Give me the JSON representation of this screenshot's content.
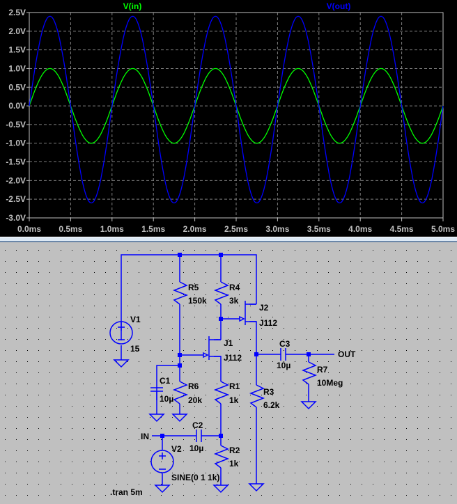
{
  "plot": {
    "traces": [
      {
        "name": "V(in)",
        "color": "#00ff00"
      },
      {
        "name": "V(out)",
        "color": "#0000ff"
      }
    ],
    "colors": {
      "background": "#000000",
      "axis": "#c0c0c0",
      "grid": "#7f7f7f",
      "tick_text": "#c0c0c0"
    }
  },
  "chart_data": {
    "type": "line",
    "title": "",
    "xlabel": "",
    "ylabel": "",
    "xlim": [
      0,
      5.0
    ],
    "ylim": [
      -3.0,
      2.5
    ],
    "grid": true,
    "legend": "top",
    "x_ticks": [
      "0.0ms",
      "0.5ms",
      "1.0ms",
      "1.5ms",
      "2.0ms",
      "2.5ms",
      "3.0ms",
      "3.5ms",
      "4.0ms",
      "4.5ms",
      "5.0ms"
    ],
    "x_tick_values": [
      0,
      0.5,
      1.0,
      1.5,
      2.0,
      2.5,
      3.0,
      3.5,
      4.0,
      4.5,
      5.0
    ],
    "y_ticks": [
      "2.5V",
      "2.0V",
      "1.5V",
      "1.0V",
      "0.5V",
      "0.0V",
      "-0.5V",
      "-1.0V",
      "-1.5V",
      "-2.0V",
      "-2.5V",
      "-3.0V"
    ],
    "y_tick_values": [
      2.5,
      2.0,
      1.5,
      1.0,
      0.5,
      0.0,
      -0.5,
      -1.0,
      -1.5,
      -2.0,
      -2.5,
      -3.0
    ],
    "series": [
      {
        "name": "V(in)",
        "kind": "sine",
        "amplitude": 1.0,
        "offset": 0.0,
        "frequency_khz": 1.0,
        "peak": 1.0,
        "trough": -1.0
      },
      {
        "name": "V(out)",
        "kind": "sine",
        "amplitude": 2.5,
        "offset": -0.1,
        "frequency_khz": 1.0,
        "peak": 2.4,
        "trough": -2.6
      }
    ]
  },
  "schematic": {
    "wire_color": "#0000ff",
    "label_color": "#000000",
    "components": {
      "V1": {
        "name": "V1",
        "value": "15"
      },
      "V2": {
        "name": "V2",
        "value": "SINE(0 1 1k)"
      },
      "R1": {
        "name": "R1",
        "value": "1k"
      },
      "R2": {
        "name": "R2",
        "value": "1k"
      },
      "R3": {
        "name": "R3",
        "value": "6.2k"
      },
      "R4": {
        "name": "R4",
        "value": "3k"
      },
      "R5": {
        "name": "R5",
        "value": "150k"
      },
      "R6": {
        "name": "R6",
        "value": "20k"
      },
      "R7": {
        "name": "R7",
        "value": "10Meg"
      },
      "C1": {
        "name": "C1",
        "value": "10µ"
      },
      "C2": {
        "name": "C2",
        "value": "10µ"
      },
      "C3": {
        "name": "C3",
        "value": "10µ"
      },
      "J1": {
        "name": "J1",
        "value": "J112"
      },
      "J2": {
        "name": "J2",
        "value": "J112"
      }
    },
    "net_labels": {
      "in": "IN",
      "out": "OUT"
    },
    "directive": ".tran 5m"
  }
}
